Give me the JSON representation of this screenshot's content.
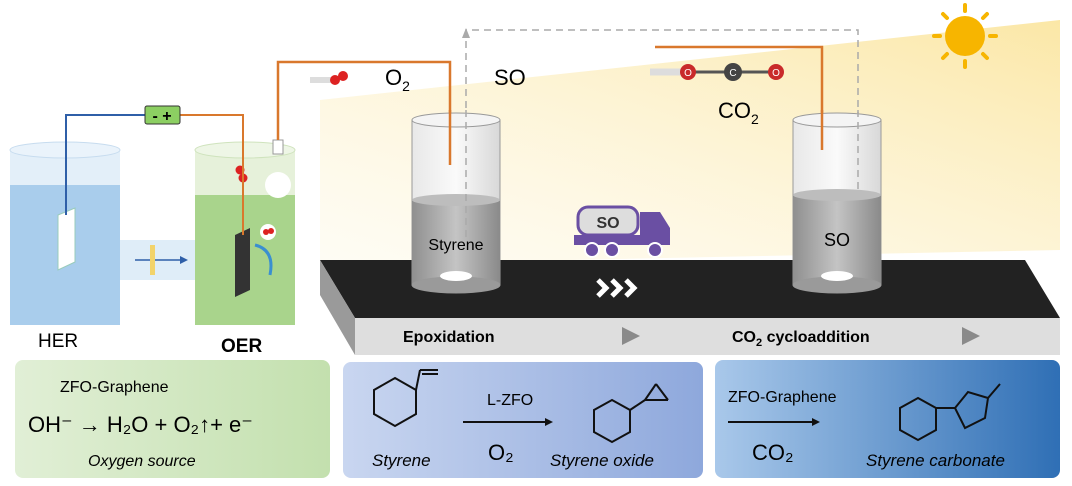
{
  "labels": {
    "her": "HER",
    "oer": "OER",
    "o2": "O",
    "o2_sub": "2",
    "so_gas": "SO",
    "co2": "CO",
    "co2_sub": "2",
    "tank1_content": "Styrene",
    "tank2_content": "SO",
    "truck_label": "SO",
    "stage1": "Epoxidation",
    "stage2_a": "CO",
    "stage2_sub": "2",
    "stage2_b": " cycloaddition",
    "battery": "- +"
  },
  "panels": {
    "oer": {
      "catalyst": "ZFO-Graphene",
      "equation": "OH⁻  →  H₂O + O₂↑+ e⁻",
      "caption": "Oxygen source"
    },
    "epoxidation": {
      "reactant": "Styrene",
      "catalyst": "L-ZFO",
      "reagent": "O₂",
      "product": "Styrene oxide"
    },
    "cycloaddition": {
      "catalyst": "ZFO-Graphene",
      "reagent": "CO₂",
      "product": "Styrene carbonate"
    }
  },
  "molecule_atoms": {
    "o": "O",
    "c": "C"
  },
  "colors": {
    "wire_orange": "#d9782d",
    "wire_blue": "#2f5fa8",
    "oer_green": "#b9dca0",
    "truck_purple": "#6a4fa3",
    "sun": "#f7b500",
    "panel_green": "#cfe6bf",
    "panel_blue": "#9fb4e0",
    "panel_darkblue": "#3a78bd"
  }
}
